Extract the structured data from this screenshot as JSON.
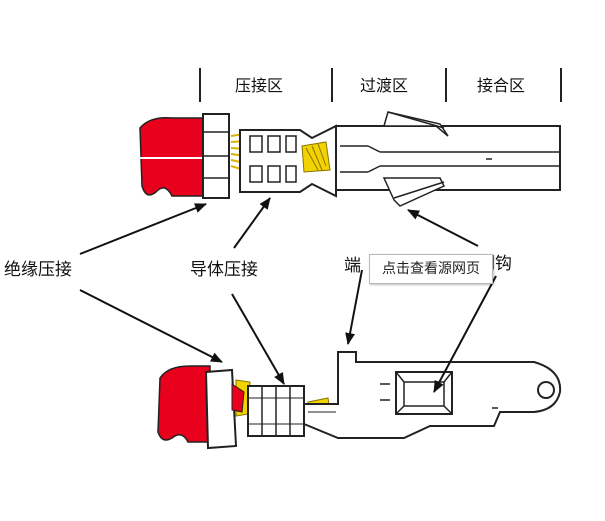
{
  "zones": [
    "压接区",
    "过渡区",
    "接合区"
  ],
  "callouts": {
    "insulation_crimp": "绝缘压接",
    "conductor_crimp": "导体压接",
    "terminal_partial": "端",
    "hook_partial": "倒钩"
  },
  "tooltip": "点击查看源网页",
  "colors": {
    "insulation": "#e8001c",
    "wire_strands": "#f2d200",
    "outline": "#222222"
  }
}
